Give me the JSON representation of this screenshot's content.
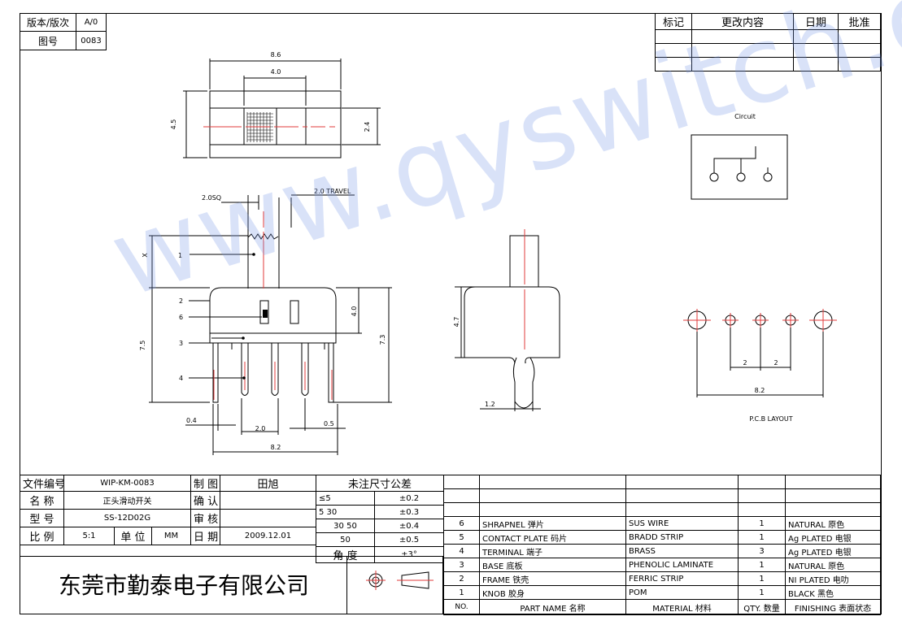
{
  "version_block": {
    "label_version": "版本/版次",
    "value_version": "A/0",
    "label_drawing": "图号",
    "value_drawing": "0083"
  },
  "revision_header": {
    "mark": "标记",
    "change": "更改内容",
    "date": "日期",
    "approve": "批准"
  },
  "dims": {
    "top_width": "8.6",
    "top_slot": "4.0",
    "top_height": "4.5",
    "top_knob": "2.4",
    "sq": "2.0SQ",
    "travel": "2.0 TRAVEL",
    "x": "X",
    "part1": "1",
    "part2": "2",
    "part6": "6",
    "part3": "3",
    "part4": "4",
    "h75": "7.5",
    "h40": "4.0",
    "h73": "7.3",
    "d04": "0.4",
    "d20": "2.0",
    "d05": "0.5",
    "d82": "8.2",
    "side47": "4.7",
    "side12": "1.2",
    "circuit": "Circuit",
    "pcb2a": "2",
    "pcb2b": "2",
    "pcb82": "8.2",
    "pcb_layout": "P.C.B LAYOUT"
  },
  "watermark": "www.qyswitch.com",
  "title_block": {
    "file_no_label": "文件编号",
    "file_no": "WIP-KM-0083",
    "draw_label": "制 图",
    "draw": "田旭",
    "name_label": "名 称",
    "name": "正头滑动开关",
    "confirm_label": "确 认",
    "model_label": "型 号",
    "model": "SS-12D02G",
    "review_label": "审 核",
    "scale_label": "比 例",
    "scale": "5:1",
    "unit_label": "单 位",
    "unit": "MM",
    "date_label": "日 期",
    "date": "2009.12.01"
  },
  "tolerance": {
    "title": "未注尺寸公差",
    "rows": [
      [
        "≤5",
        "±0.2"
      ],
      [
        "5   30",
        "±0.3"
      ],
      [
        "30   50",
        "±0.4"
      ],
      [
        "50",
        "±0.5"
      ]
    ],
    "angle_label": "角 度",
    "angle": "±3°"
  },
  "company": "东莞市勤泰电子有限公司",
  "bom": {
    "rows": [
      {
        "no": "6",
        "part": "SHRAPNEL 弹片",
        "material": "SUS WIRE",
        "qty": "1",
        "finish": "NATURAL 原色"
      },
      {
        "no": "5",
        "part": "CONTACT PLATE 码片",
        "material": "BRADD STRIP",
        "qty": "1",
        "finish": "Ag PLATED 电银"
      },
      {
        "no": "4",
        "part": "TERMINAL 端子",
        "material": "BRASS",
        "qty": "3",
        "finish": "Ag PLATED 电银"
      },
      {
        "no": "3",
        "part": "BASE 底板",
        "material": "PHENOLIC LAMINATE",
        "qty": "1",
        "finish": "NATURAL 原色"
      },
      {
        "no": "2",
        "part": "FRAME 铁壳",
        "material": "FERRIC STRIP",
        "qty": "1",
        "finish": "NI PLATED 电叻"
      },
      {
        "no": "1",
        "part": "KNOB 胶身",
        "material": "POM",
        "qty": "1",
        "finish": "BLACK 黑色"
      }
    ],
    "header": {
      "no": "NO.",
      "part": "PART  NAME 名称",
      "material": "MATERIAL 材料",
      "qty": "QTY. 数量",
      "finish": "FINISHING 表面状态"
    }
  }
}
